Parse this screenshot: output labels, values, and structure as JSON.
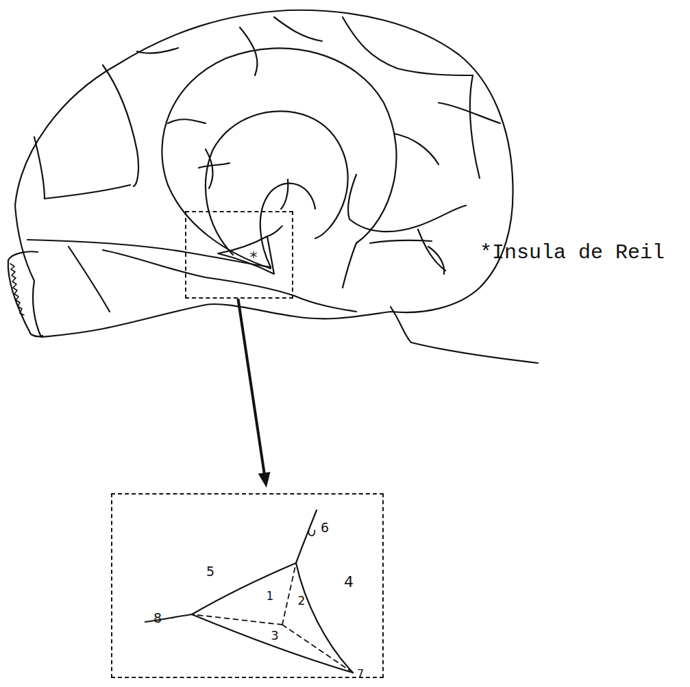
{
  "diagram": {
    "nodes": [
      {
        "text": [
          "*"
        ]
      },
      {
        "text": [
          "5",
          "1",
          "2",
          "3",
          "4",
          "6",
          "7",
          "8"
        ]
      }
    ],
    "edges": [
      {
        "from": 0,
        "to": 1,
        "arrow": "to"
      }
    ],
    "labels": [
      "*Insula de Reil"
    ]
  }
}
